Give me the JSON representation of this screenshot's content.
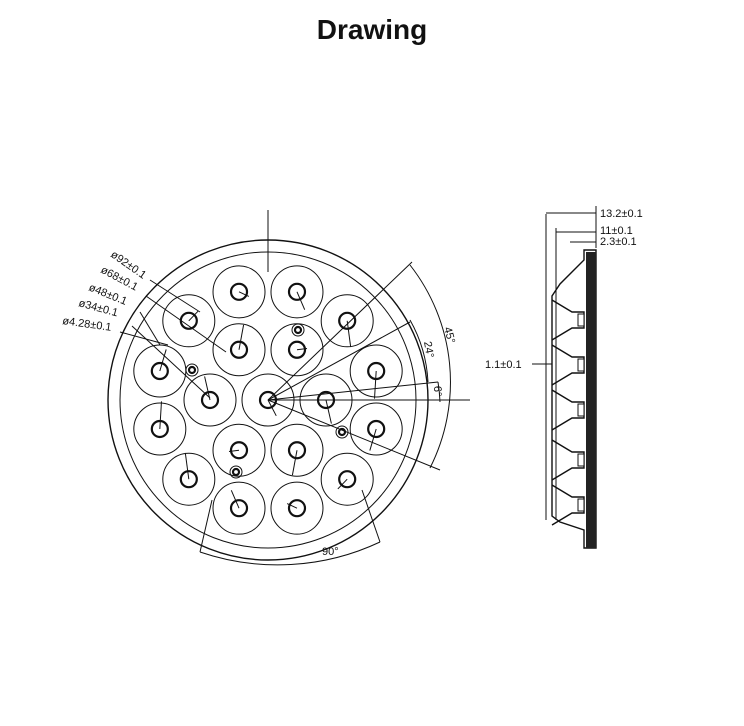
{
  "title": "Drawing",
  "front_view": {
    "diameters": [
      "ø92±0.1",
      "ø68±0.1",
      "ø48±0.1",
      "ø34±0.1",
      "ø4.28±0.1"
    ],
    "angles": [
      "45°",
      "24°",
      "6°",
      "90°"
    ]
  },
  "side_view": {
    "dims": [
      "13.2±0.1",
      "11±0.1",
      "2.3±0.1",
      "1.1±0.1"
    ]
  }
}
